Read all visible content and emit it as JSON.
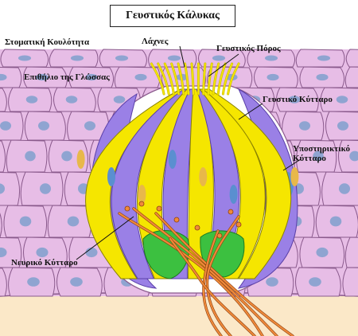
{
  "title": "Γευστικός Κάλυκας",
  "labels": {
    "oral_cavity": "Στοματική Κουλότητα",
    "tongue_epithelium": "Επιθήλιο της Γλώσσας",
    "microvilli": "Λάχνες",
    "taste_pore": "Γευστικός Πόρος",
    "taste_cell": "Γευστικό Κύτταρο",
    "supporting_cell": "Υποστηρικτικό Κύτταρο",
    "nerve_cell": "Νευρικό Κύτταρο"
  },
  "colors": {
    "epithelium": "#e7bde6",
    "epithelium_edge": "#8a5a8c",
    "epithelium_nucleus": "#7fa0cc",
    "taste_cell": "#f5e600",
    "supporting_cell": "#9a80e6",
    "supporting_nucleus": "#5a8fd0",
    "basal_cell": "#3cc040",
    "nerve": "#f08a3a",
    "connective_tissue": "#fbe8c8"
  }
}
